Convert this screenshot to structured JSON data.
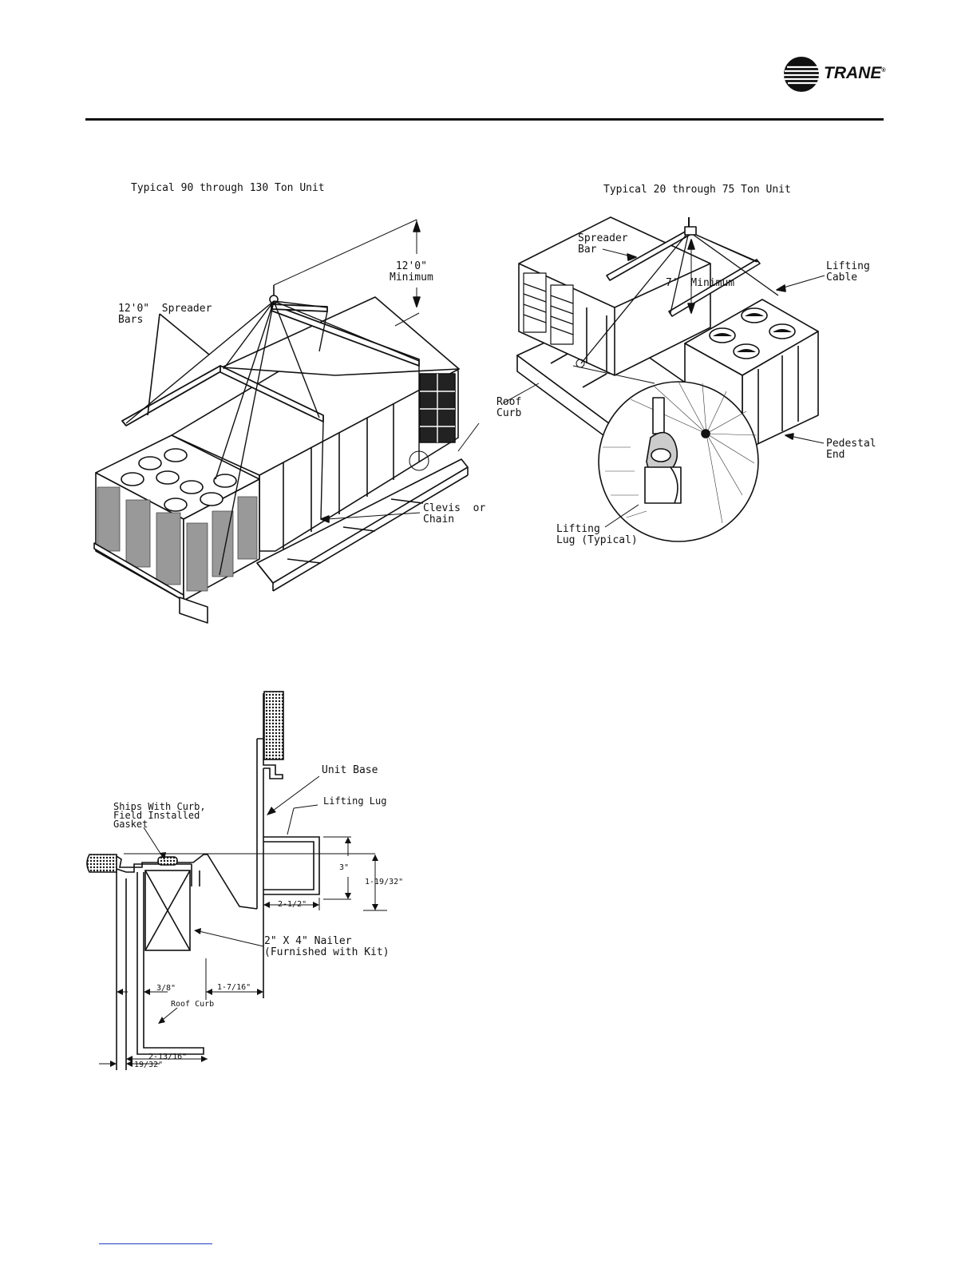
{
  "brand": {
    "name": "TRANE",
    "mark": "®"
  },
  "figure_1": {
    "left_caption": "Typical 90 through 130 Ton Unit",
    "right_caption": "Typical 20 through 75 Ton Unit",
    "labels": {
      "min_12": "12'0\"\nMinimum",
      "spreader_bars": "12'0\"  Spreader\nBars",
      "clevis": "Clevis  or\nChain",
      "roof_curb": "Roof\nCurb",
      "spreader_bar": "Spreader\nBar",
      "min_7": "7'  Minimum",
      "lifting_cable": "Lifting\nCable",
      "pedestal_end": "Pedestal\nEnd",
      "lifting_lug": "Lifting\nLug (Typical)"
    }
  },
  "figure_2": {
    "labels": {
      "unit_base": "Unit Base",
      "lifting_lug": "Lifting Lug",
      "ships_with_curb": "Ships With Curb,\nField Installed\nGasket",
      "nailer": "2\" X 4\" Nailer\n(Furnished with Kit)",
      "roof_curb": "Roof Curb",
      "dim_3": "3\"",
      "dim_1_19_32": "1-19/32\"",
      "dim_2_1_2": "2-1/2\"",
      "dim_3_8": "3/8\"",
      "dim_1_7_16": "1-7/16\"",
      "dim_2_13_16": "2-13/16\"",
      "dim_19_32": "19/32\""
    }
  }
}
